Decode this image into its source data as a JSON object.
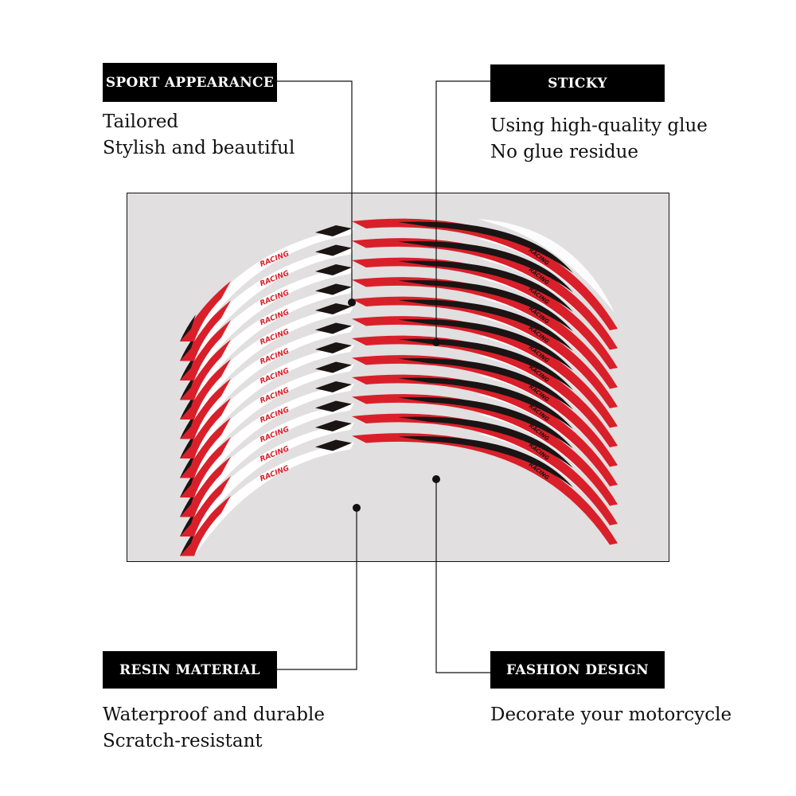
{
  "callouts": [
    {
      "title": "SPORT APPEARANCE",
      "lines": [
        "Tailored",
        "Stylish and beautiful"
      ]
    },
    {
      "title": "STICKY",
      "lines": [
        "Using high-quality glue",
        "No glue residue"
      ]
    },
    {
      "title": "RESIN MATERIAL",
      "lines": [
        "Waterproof and durable",
        "Scratch-resistant"
      ]
    },
    {
      "title": "FASHION DESIGN",
      "lines": [
        "Decorate your motorcycle"
      ]
    }
  ],
  "product": {
    "stripe_text": "RACING",
    "stripe_count": 12,
    "colors": {
      "red": "#d9202a",
      "black": "#1a1414",
      "white": "#ffffff",
      "background": "#e1dfe0"
    }
  }
}
